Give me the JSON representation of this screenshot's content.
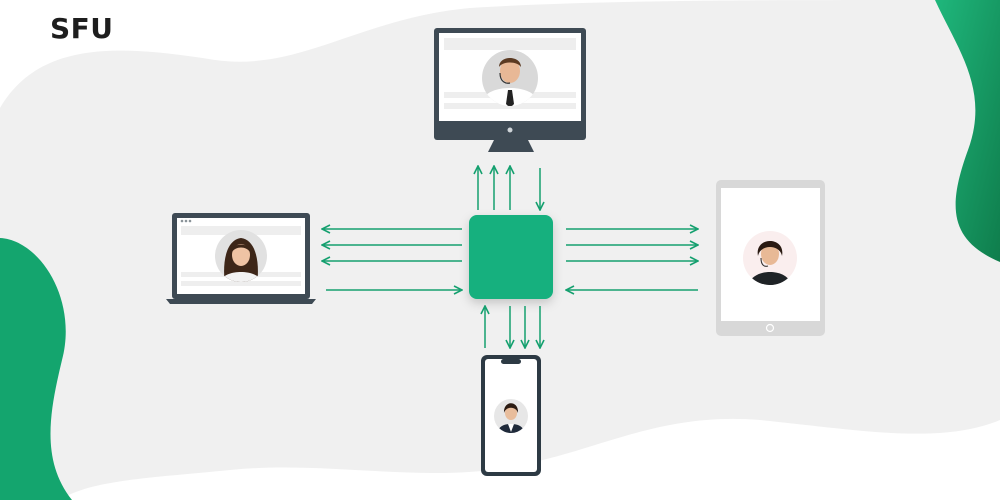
{
  "title": "SFU",
  "colors": {
    "accent": "#12b07e",
    "arrow": "#15a06f",
    "blob_light": "#f0f0f0",
    "blob_green": "#14a56e",
    "device_frame": "#3e4a54",
    "tablet_frame": "#d8d8d8"
  },
  "server": {
    "icon": "server-square"
  },
  "devices": [
    {
      "id": "desktop",
      "kind": "monitor",
      "participant": "man-with-headset"
    },
    {
      "id": "laptop",
      "kind": "laptop",
      "participant": "woman-smiling"
    },
    {
      "id": "tablet",
      "kind": "tablet",
      "participant": "woman-with-headset"
    },
    {
      "id": "phone",
      "kind": "smartphone",
      "participant": "woman-in-suit"
    }
  ]
}
